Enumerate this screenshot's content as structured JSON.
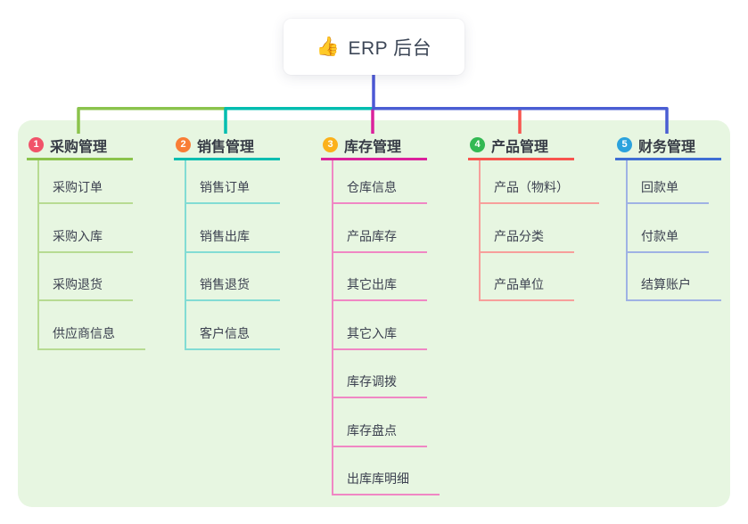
{
  "root": {
    "icon": "👍",
    "label": "ERP 后台"
  },
  "canvas": {
    "background": "#ffffff",
    "panel_bg": "#e7f6e1",
    "root_line_color": "#4c58d5",
    "bus_right_color": "#4a5ed3"
  },
  "branches": [
    {
      "badge": "1",
      "title": "采购管理",
      "badge_color": "#f1536a",
      "line_color": "#8bc34c",
      "child_line_color": "#b7db92",
      "children": [
        "采购订单",
        "采购入库",
        "采购退货",
        "供应商信息"
      ]
    },
    {
      "badge": "2",
      "title": "销售管理",
      "badge_color": "#f97d36",
      "line_color": "#00bdb0",
      "child_line_color": "#82dcd4",
      "children": [
        "销售订单",
        "销售出库",
        "销售退货",
        "客户信息"
      ]
    },
    {
      "badge": "3",
      "title": "库存管理",
      "badge_color": "#fbb11b",
      "line_color": "#db219c",
      "child_line_color": "#f087c4",
      "children": [
        "仓库信息",
        "产品库存",
        "其它出库",
        "其它入库",
        "库存调拨",
        "库存盘点",
        "出库库明细"
      ]
    },
    {
      "badge": "4",
      "title": "产品管理",
      "badge_color": "#33b953",
      "line_color": "#f8544e",
      "child_line_color": "#f79f9b",
      "children": [
        "产品（物料）",
        "产品分类",
        "产品单位"
      ]
    },
    {
      "badge": "5",
      "title": "财务管理",
      "badge_color": "#2ba2dd",
      "line_color": "#3f6ed4",
      "child_line_color": "#9fb2e4",
      "children": [
        "回款单",
        "付款单",
        "结算账户"
      ]
    }
  ]
}
